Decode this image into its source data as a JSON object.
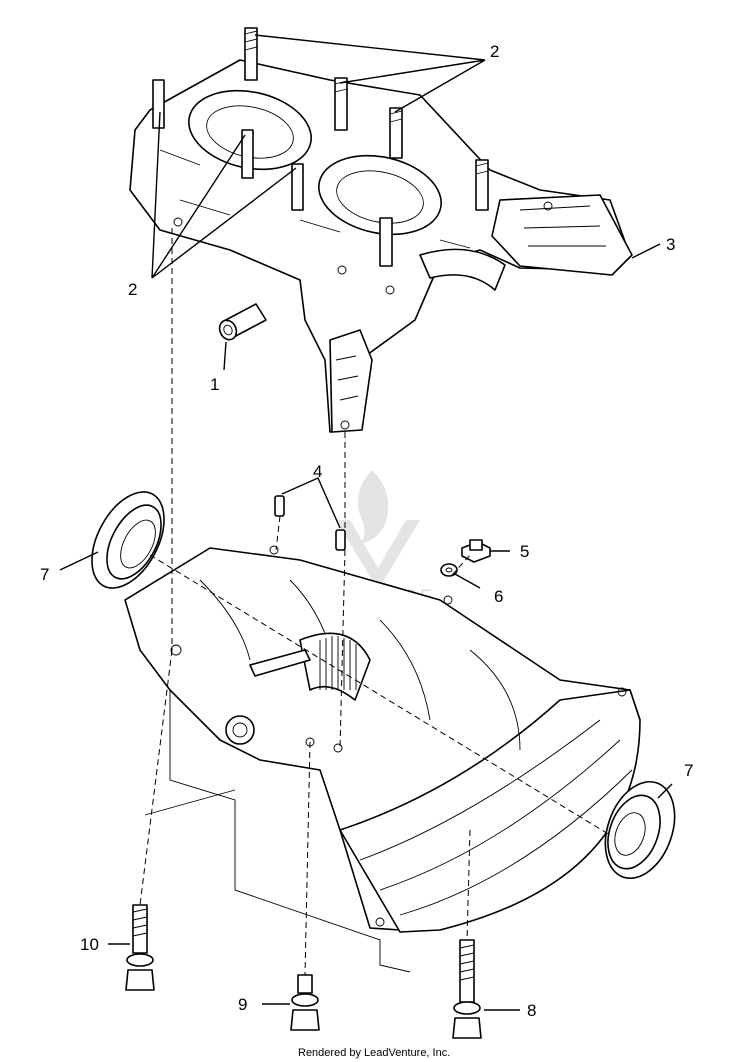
{
  "callouts": {
    "c1": "1",
    "c2a": "2",
    "c2b": "2",
    "c3": "3",
    "c4": "4",
    "c5": "5",
    "c6": "6",
    "c7a": "7",
    "c7b": "7",
    "c8": "8",
    "c9": "9",
    "c10": "10"
  },
  "watermark": "LEADVENTURE",
  "footer": "Rendered by LeadVenture, Inc."
}
